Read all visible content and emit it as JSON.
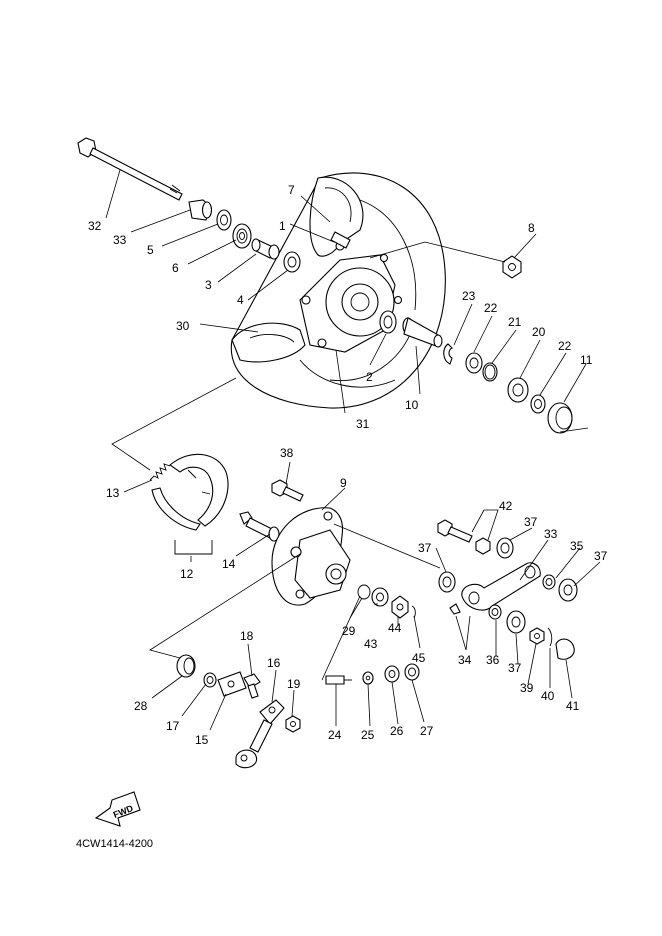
{
  "diagram_code": "4CW1414-4200",
  "fwd_label": "FWD",
  "callouts": [
    "1",
    "2",
    "3",
    "4",
    "5",
    "6",
    "7",
    "8",
    "9",
    "10",
    "11",
    "12",
    "13",
    "14",
    "15",
    "16",
    "17",
    "18",
    "19",
    "20",
    "21",
    "22",
    "22",
    "23",
    "24",
    "25",
    "26",
    "27",
    "28",
    "29",
    "30",
    "31",
    "32",
    "33",
    "33",
    "34",
    "35",
    "36",
    "37",
    "37",
    "37",
    "37",
    "38",
    "39",
    "40",
    "41",
    "42",
    "43",
    "44",
    "45"
  ]
}
